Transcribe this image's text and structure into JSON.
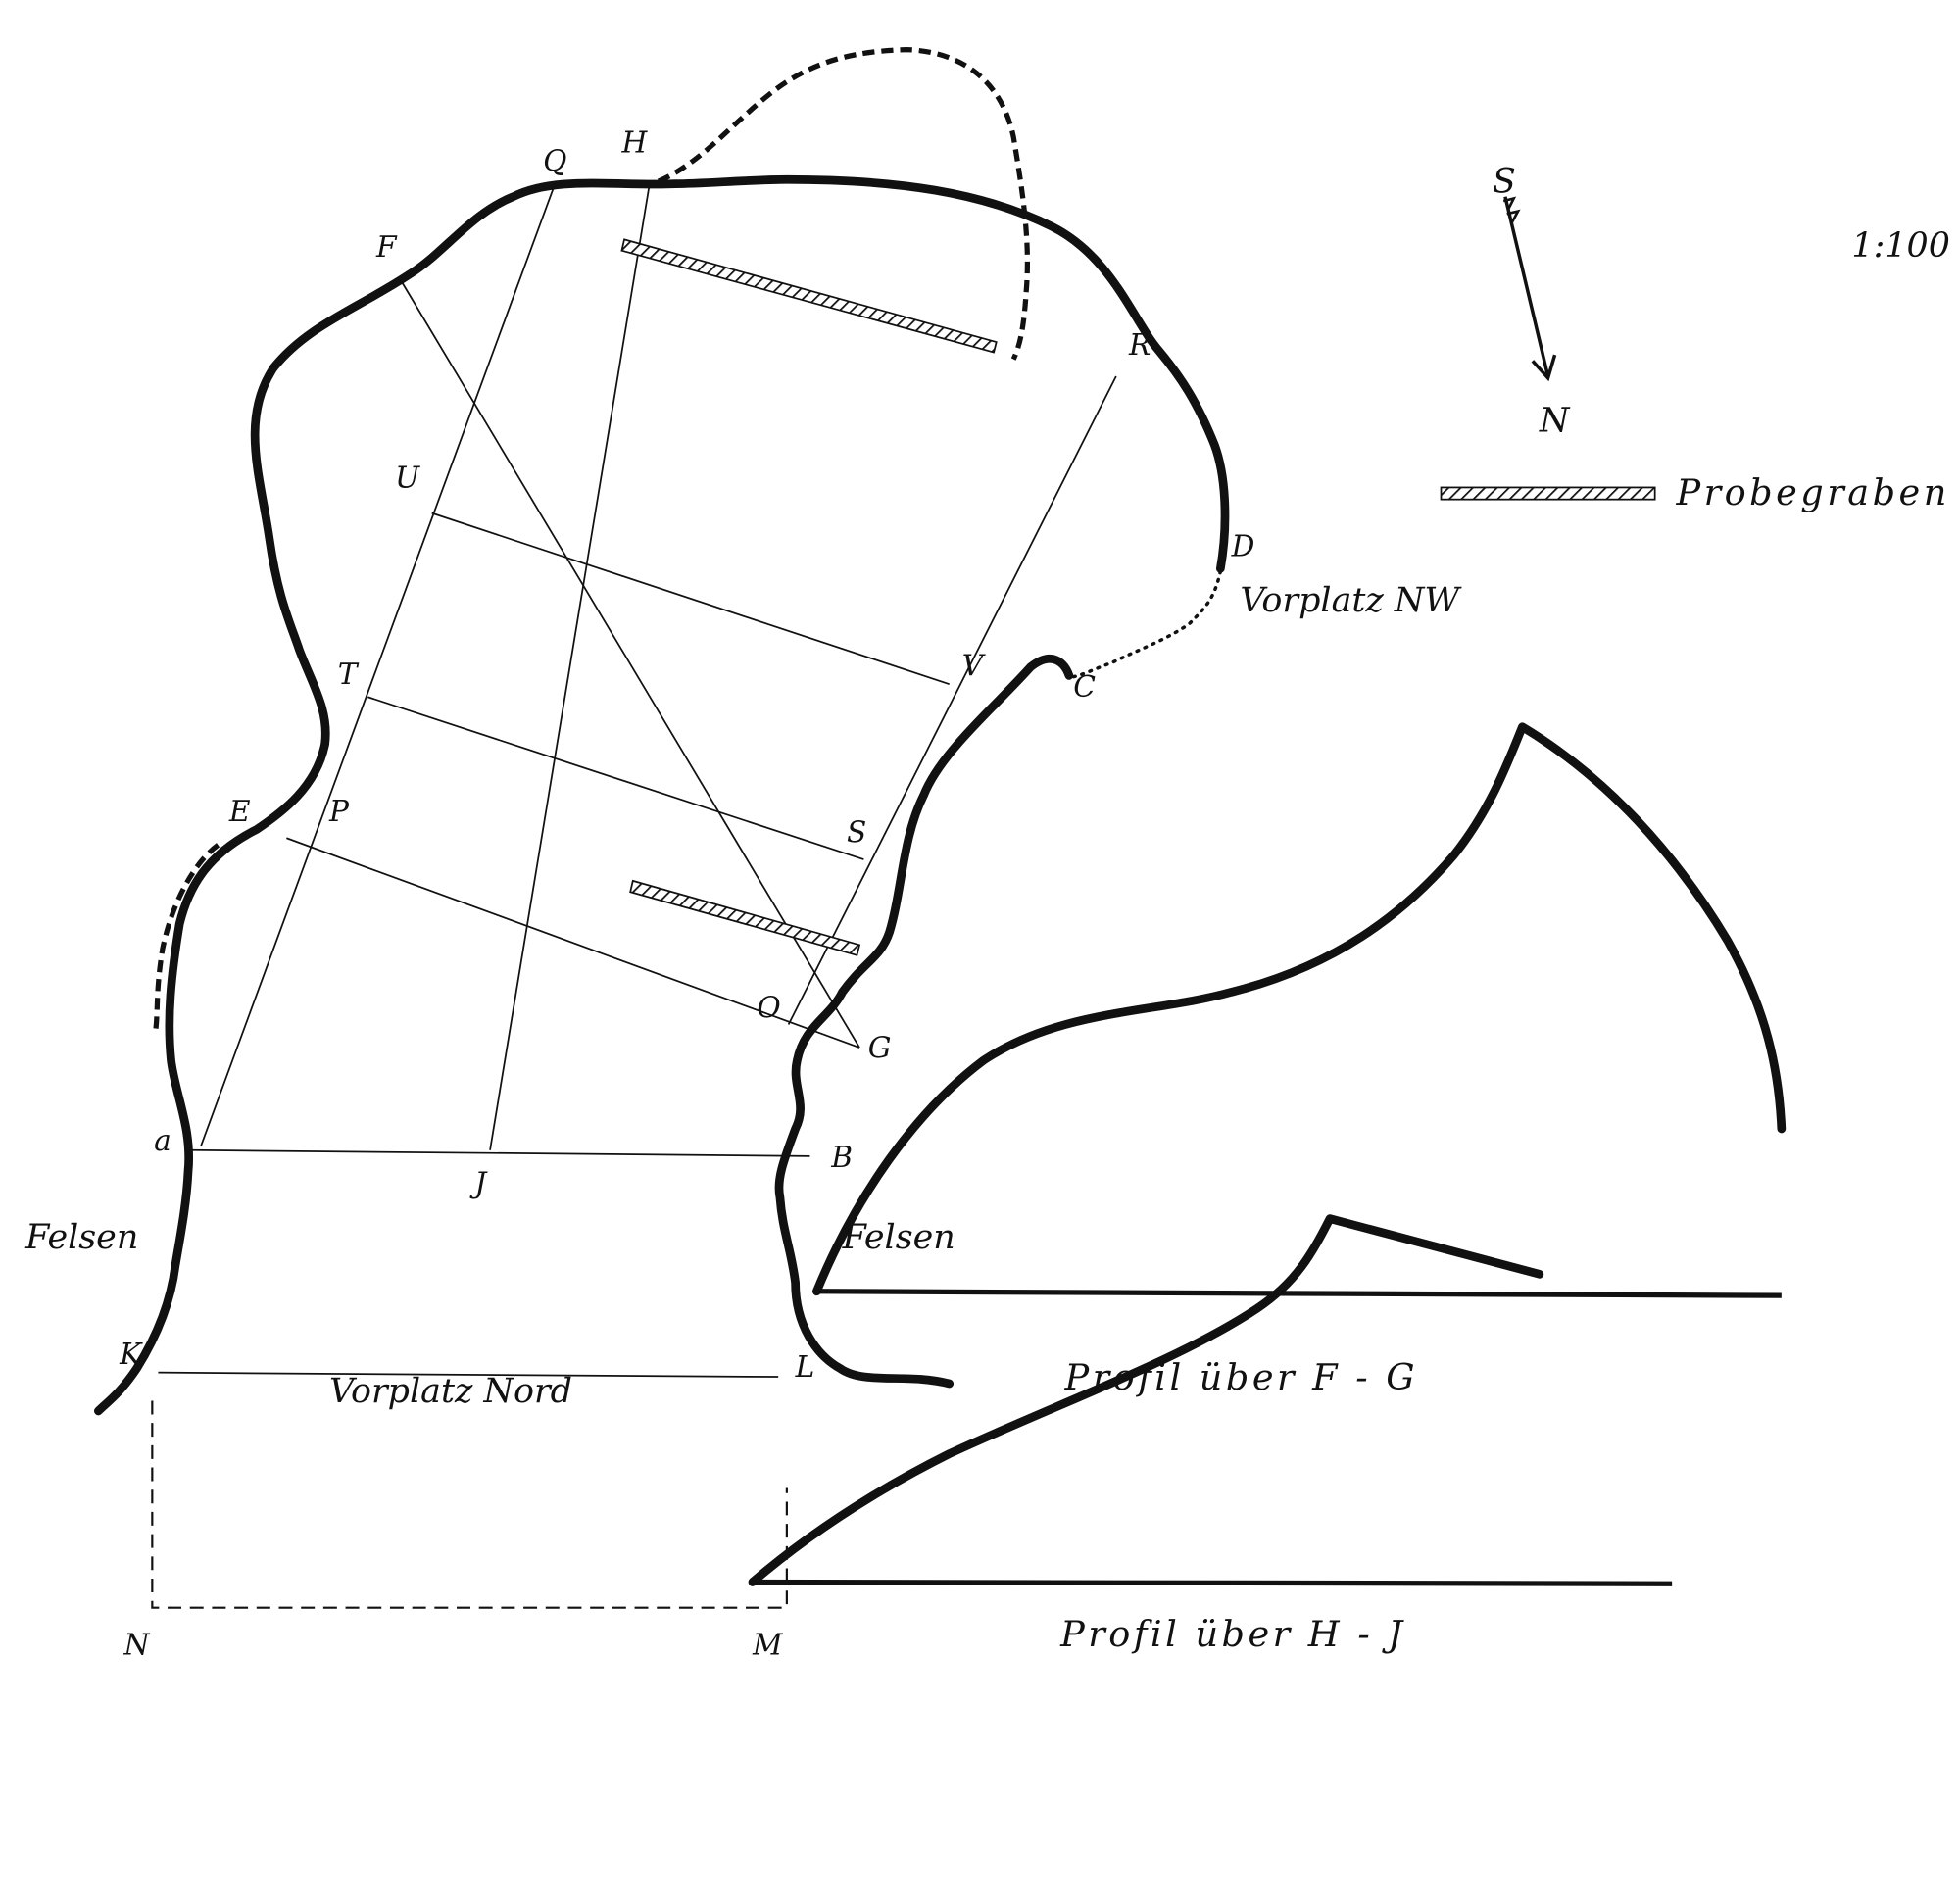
{
  "scale": "1:100",
  "compass": {
    "top": "S",
    "bottom": "N"
  },
  "legend": {
    "label": "Probegraben"
  },
  "zones": {
    "vorplatz_nw": "Vorplatz NW",
    "vorplatz_nord": "Vorplatz Nord",
    "felsen_left": "Felsen",
    "felsen_right": "Felsen"
  },
  "points": {
    "Q": "Q",
    "H": "H",
    "F": "F",
    "R": "R",
    "U": "U",
    "D": "D",
    "T": "T",
    "V": "V",
    "C": "C",
    "E": "E",
    "P": "P",
    "S": "S",
    "O": "O",
    "G": "G",
    "a": "a",
    "J": "J",
    "B": "B",
    "K": "K",
    "L": "L",
    "N": "N",
    "M": "M"
  },
  "profiles": {
    "fg_caption": "Profil über F - G",
    "hj_caption": "Profil über H - J"
  }
}
